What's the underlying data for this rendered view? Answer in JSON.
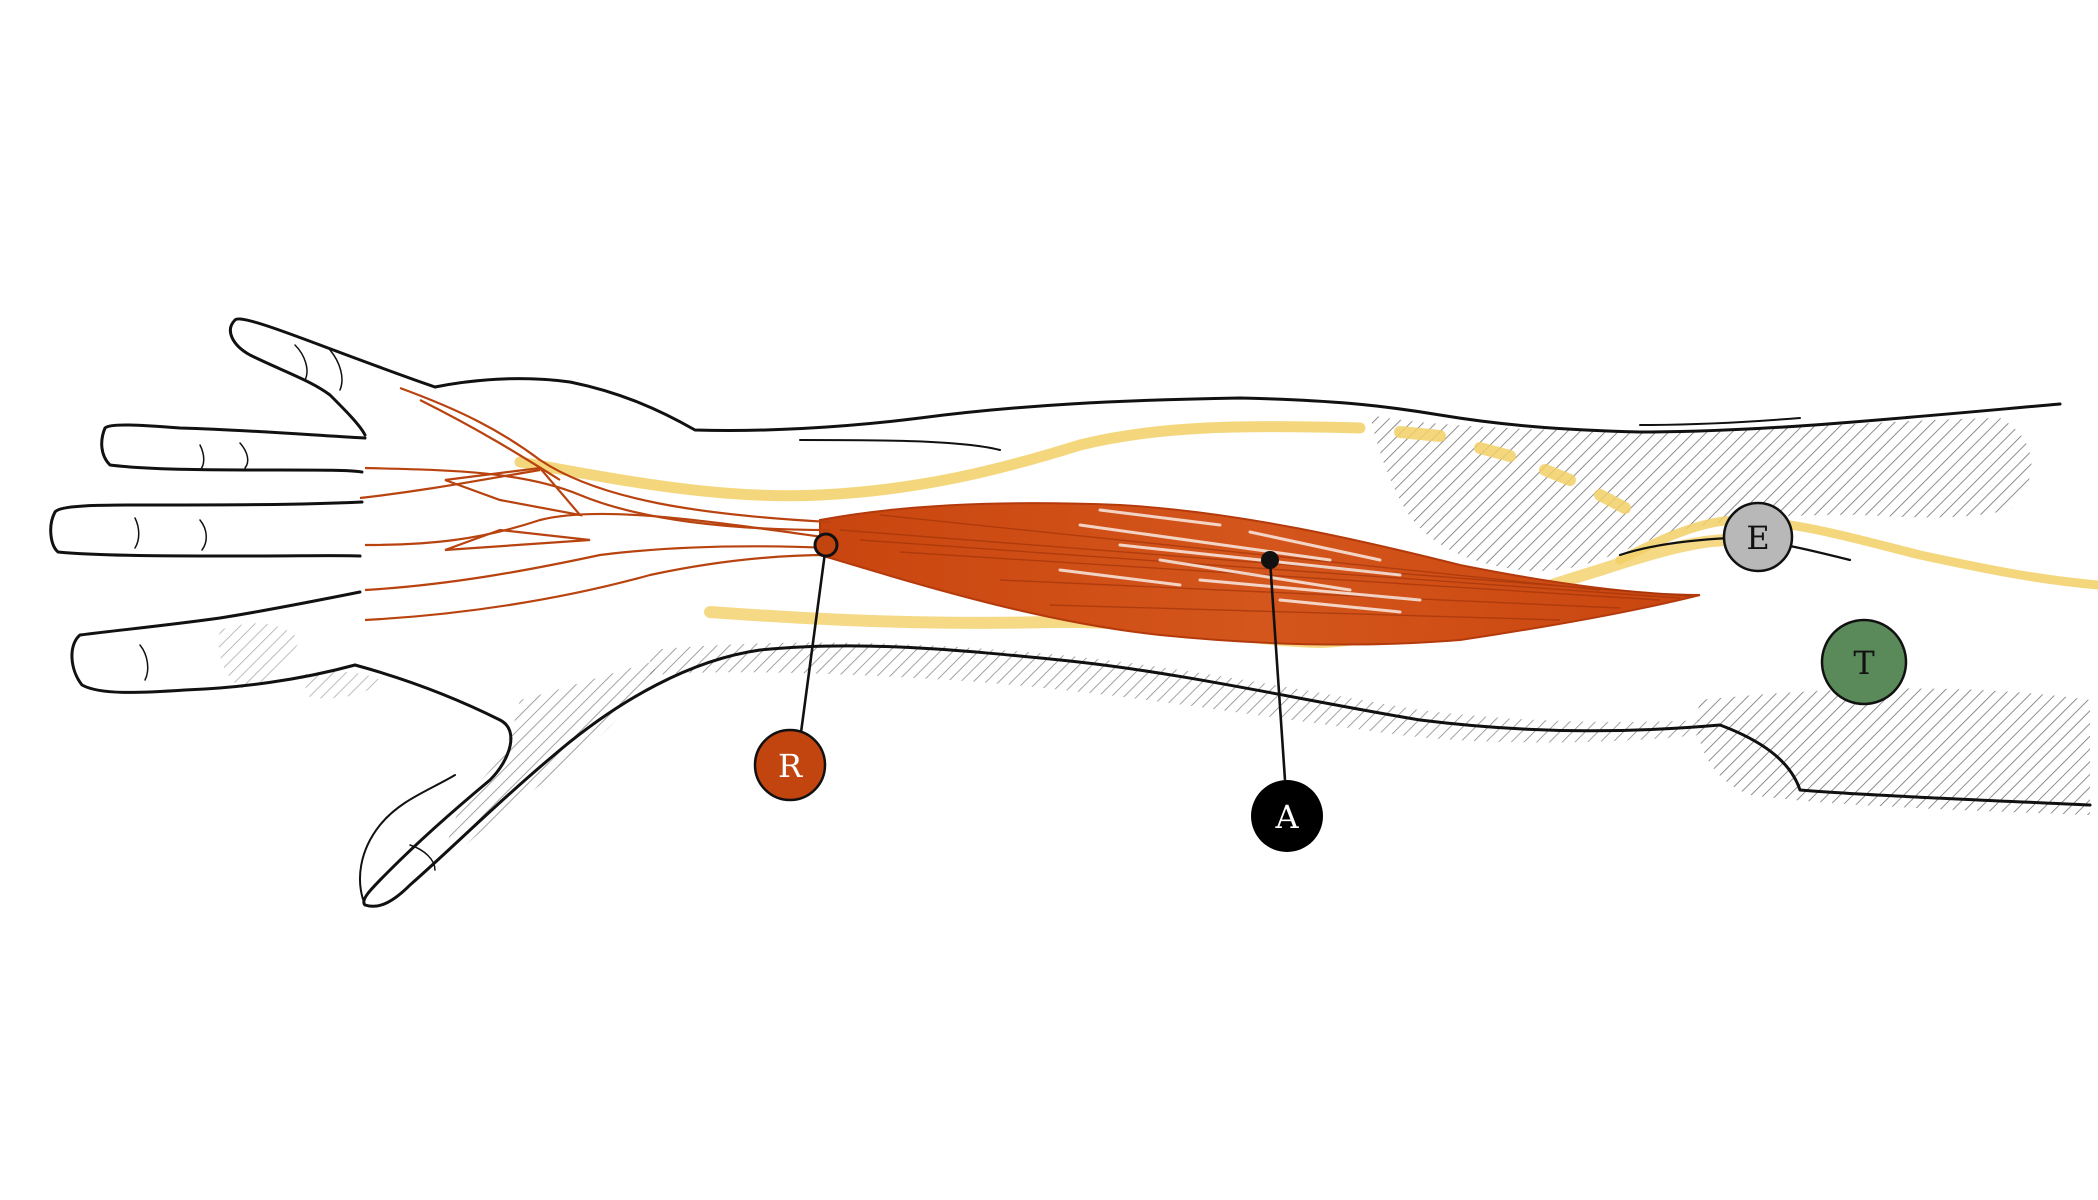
{
  "markers": {
    "R": {
      "label": "R",
      "fill": "#c2440f",
      "text_color": "#ffffff",
      "meaning_color": "muscle-orange"
    },
    "A": {
      "label": "A",
      "fill": "#000000",
      "text_color": "#ffffff"
    },
    "E": {
      "label": "E",
      "fill": "#b8b8b8",
      "text_color": "#111111"
    },
    "T": {
      "label": "T",
      "fill": "#5b8a5a",
      "text_color": "#111111"
    }
  },
  "colors": {
    "outline": "#111111",
    "muscle": "#c9450f",
    "nerve": "#f2d066",
    "hatch": "#555555",
    "background": "#ffffff"
  }
}
